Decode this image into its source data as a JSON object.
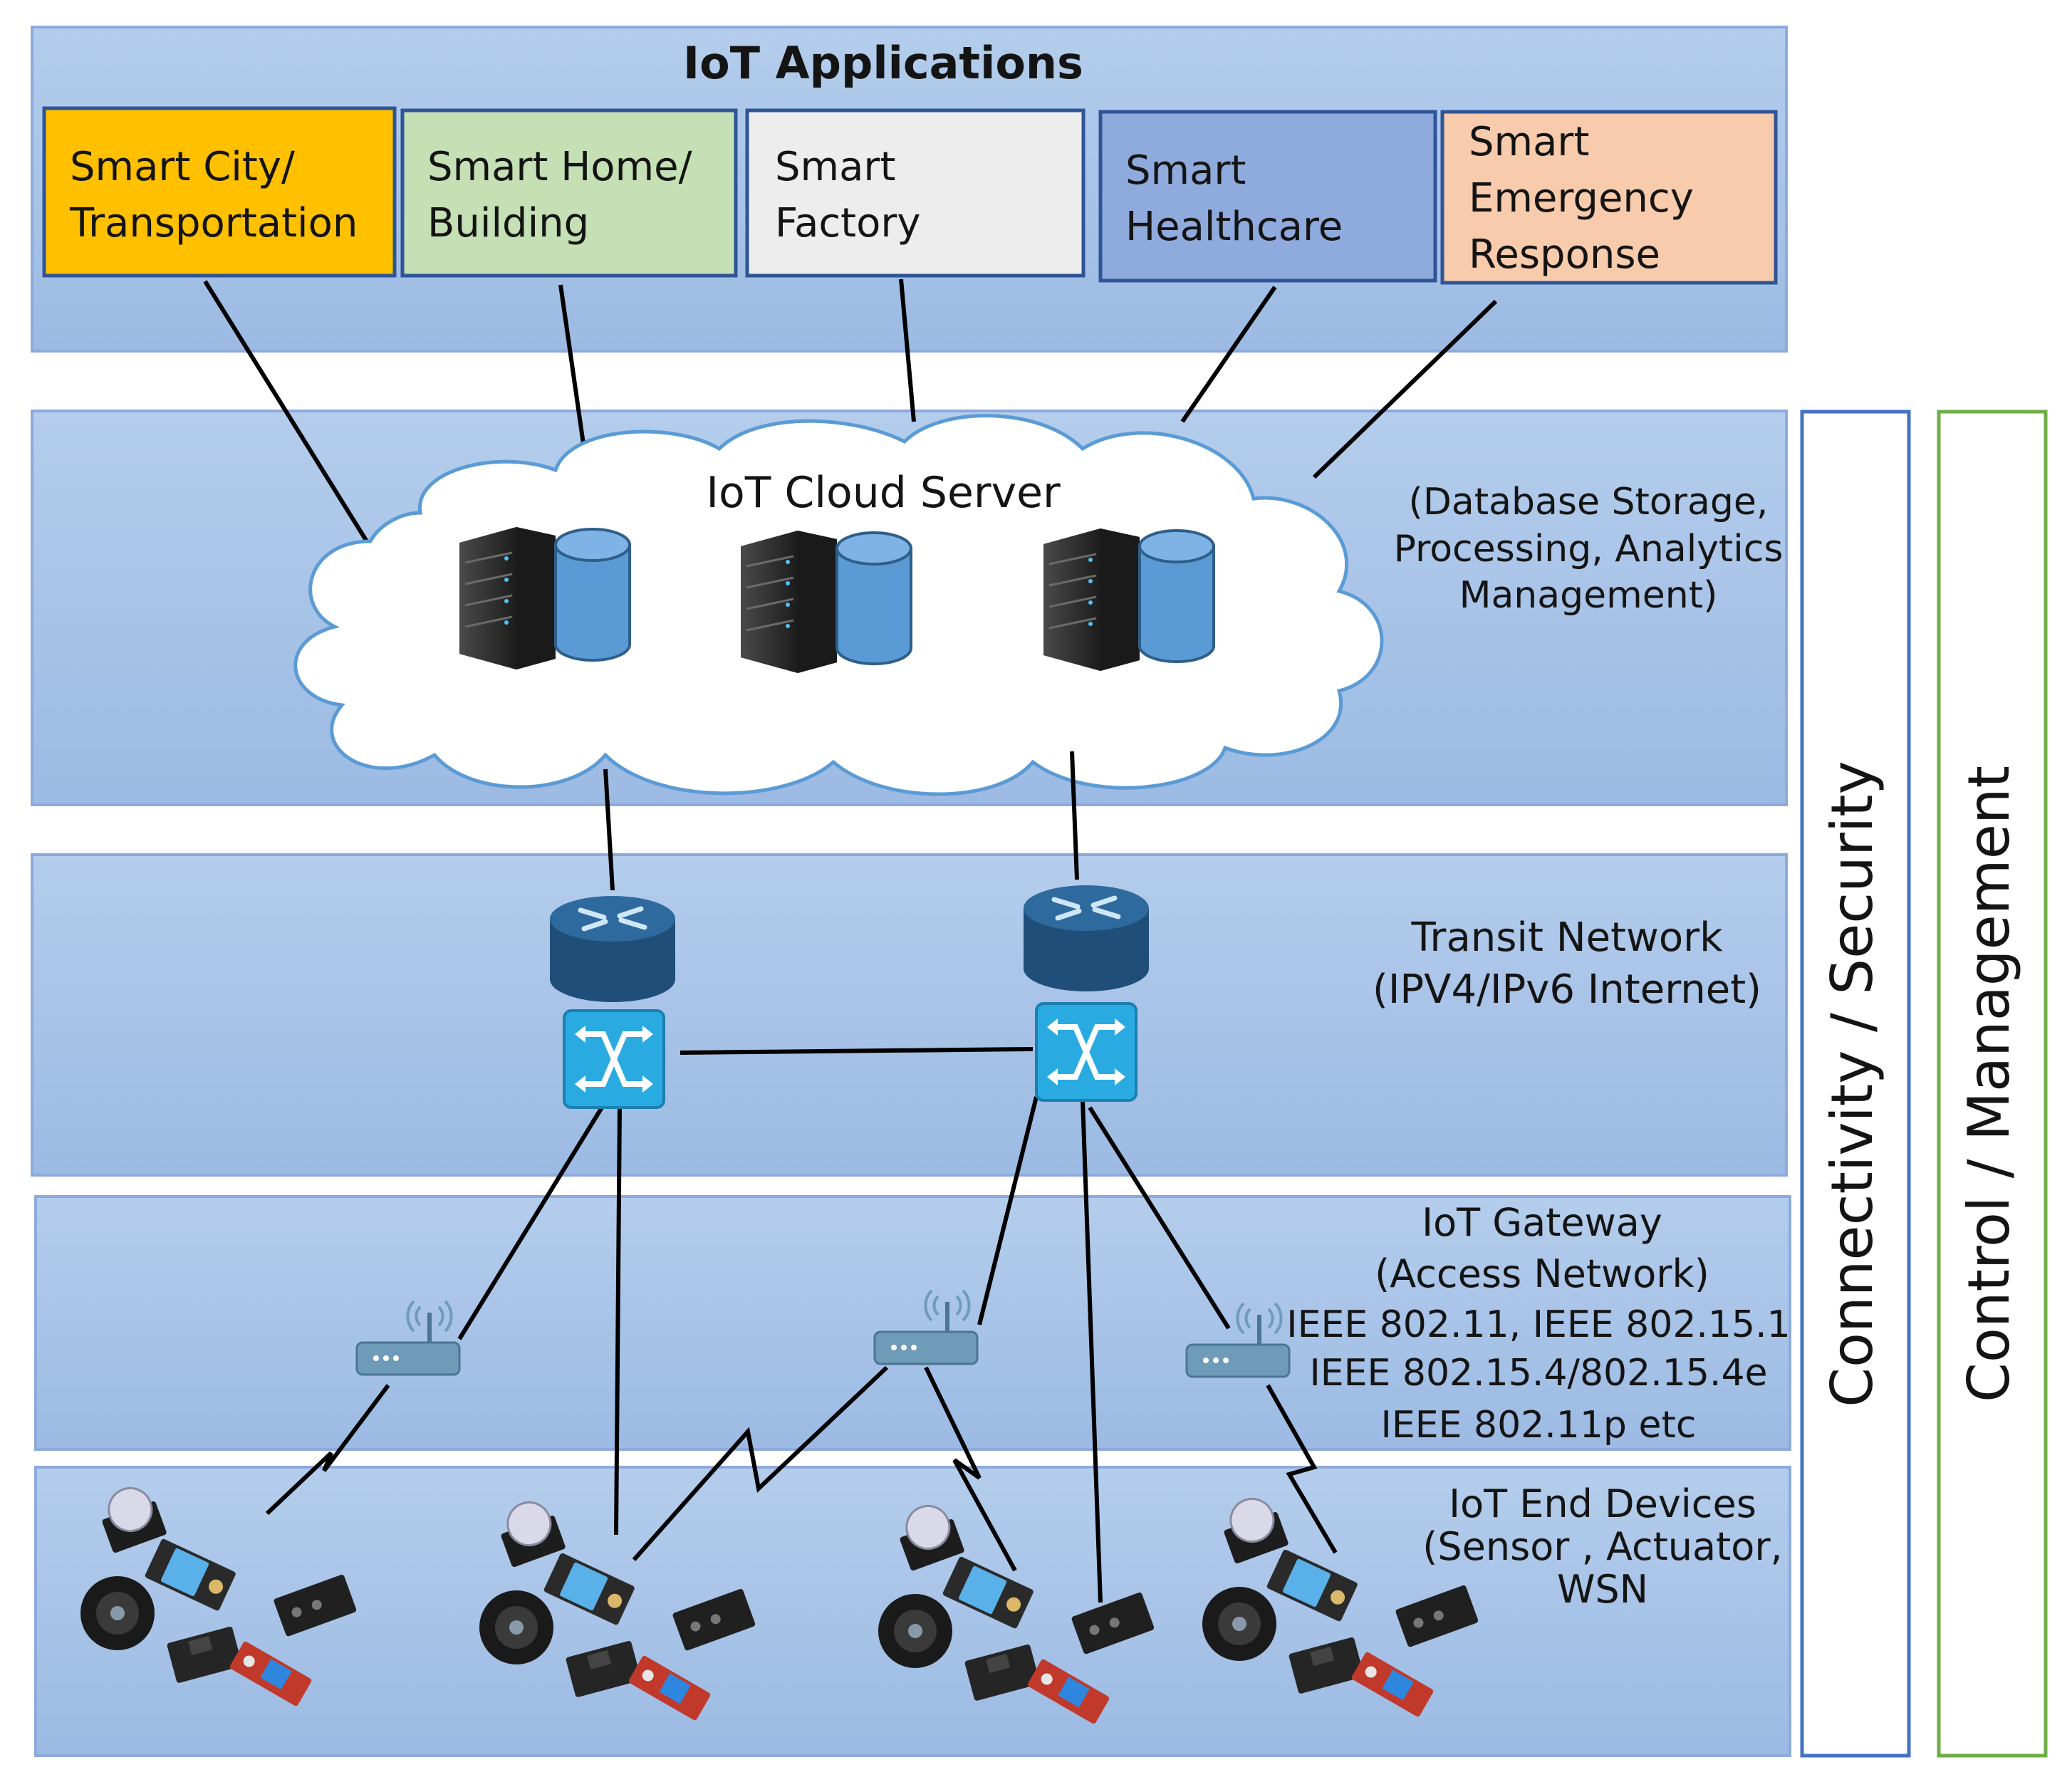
{
  "title": "IoT Applications",
  "applications": [
    {
      "lines": [
        "Smart City/",
        "Transportation"
      ],
      "fill": "#FFC000"
    },
    {
      "lines": [
        "Smart Home/",
        "Building"
      ],
      "fill": "#C5E0B4"
    },
    {
      "lines": [
        "Smart",
        "Factory"
      ],
      "fill": "#EDEDED"
    },
    {
      "lines": [
        "Smart",
        "Healthcare"
      ],
      "fill": "#8FAADC"
    },
    {
      "lines": [
        "Smart",
        "Emergency",
        "Response"
      ],
      "fill": "#F8CBAD"
    }
  ],
  "cloud": {
    "label": "IoT Cloud Server",
    "description": [
      "(Database Storage,",
      "Processing, Analytics",
      "Management)"
    ]
  },
  "transit": {
    "lines": [
      "Transit Network",
      "(IPV4/IPv6 Internet)"
    ]
  },
  "gateway": {
    "lines": [
      "IoT Gateway",
      "(Access Network)",
      "IEEE 802.11, IEEE 802.15.1",
      "IEEE 802.15.4/802.15.4e",
      "IEEE 802.11p etc"
    ]
  },
  "end_devices": {
    "lines": [
      "IoT End Devices",
      "(Sensor , Actuator,",
      "WSN"
    ]
  },
  "side_bars": [
    {
      "label": "Connectivity / Security",
      "border": "#4472C4"
    },
    {
      "label": "Control / Management",
      "border": "#70AD47"
    }
  ],
  "colors": {
    "layer_fill": "#A9C4E8",
    "layer_border": "#8EAADB",
    "line": "#000000",
    "router_top": "#2E5F8A",
    "router_body": "#1F4E79",
    "switch": "#29ABE2",
    "cylinder": "#5B9BD5"
  }
}
